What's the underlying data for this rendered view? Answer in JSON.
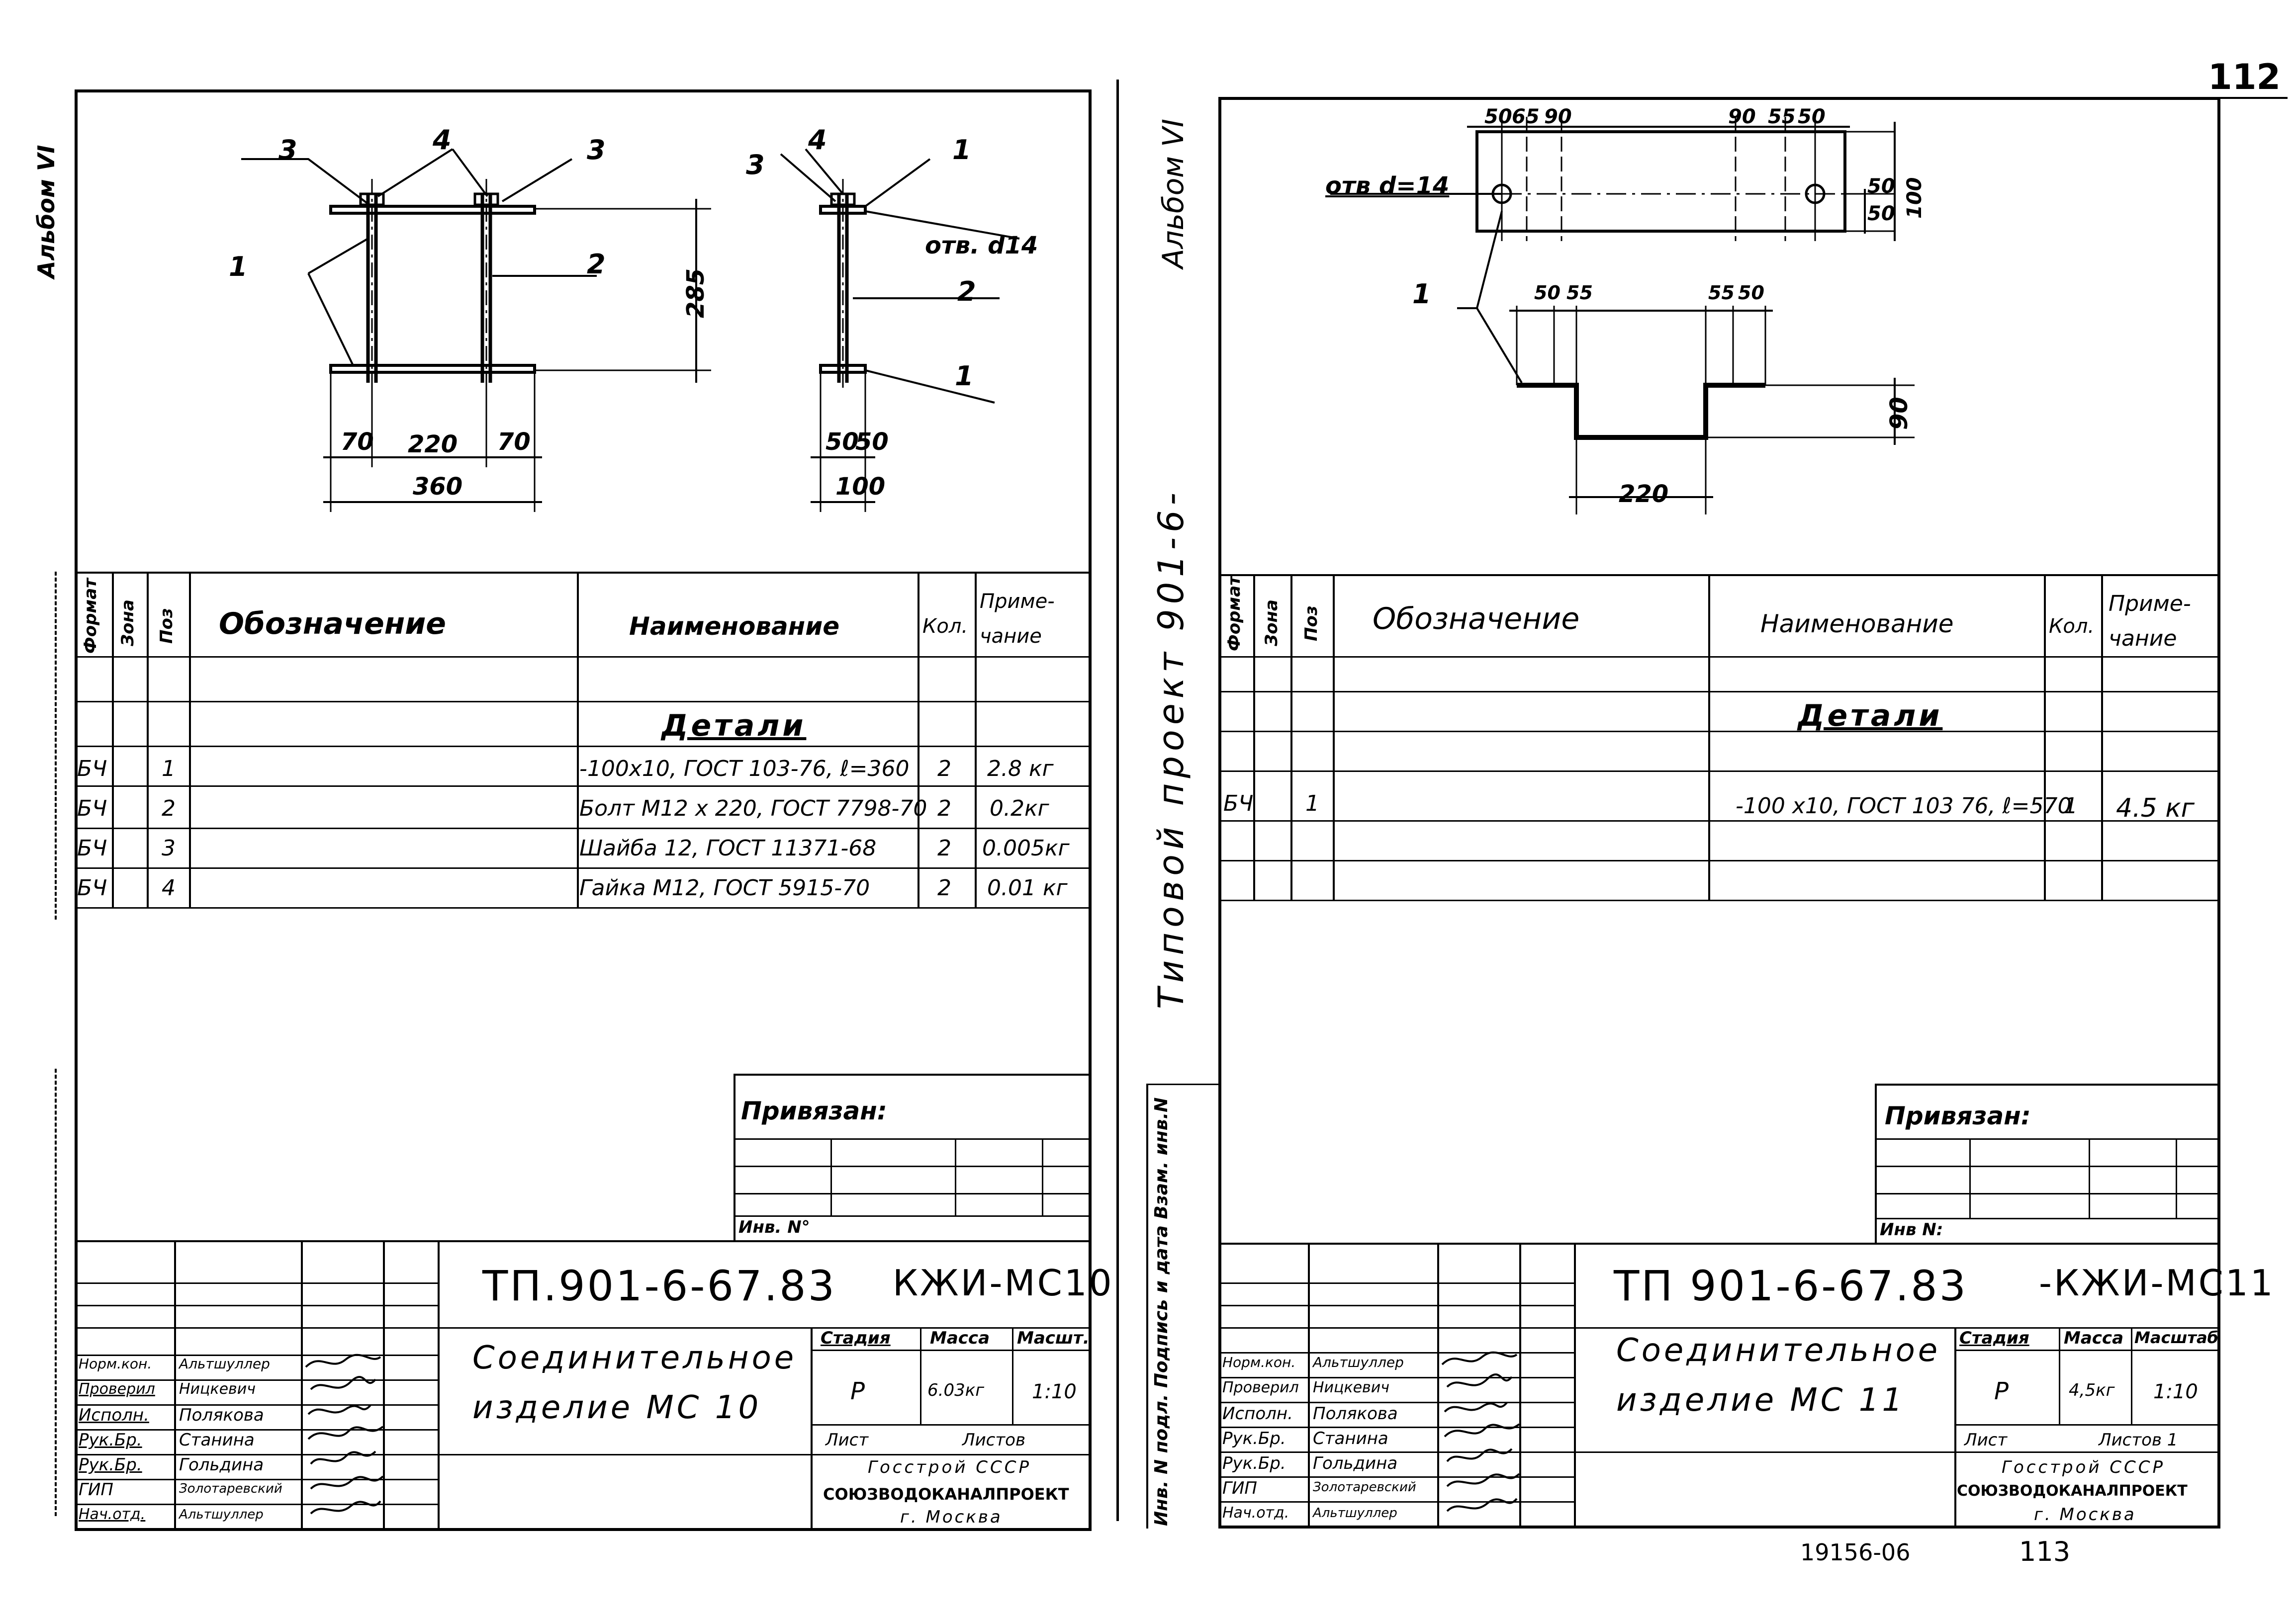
{
  "page_number_top": "112",
  "page_number_bottom": "113",
  "archive_number": "19156-06",
  "album_vertical_left": "Альбом VI",
  "album_vertical_right": "Альбом VI",
  "project_vertical": "Типовой проект 901-6-",
  "left_sheet": {
    "drawing": {
      "leaders": [
        "3",
        "4",
        "3",
        "1",
        "2",
        "3",
        "4",
        "1",
        "отв. d14",
        "2",
        "1"
      ],
      "dims": [
        "70",
        "220",
        "70",
        "360",
        "285",
        "50",
        "50",
        "100"
      ]
    },
    "spec_table": {
      "headers": {
        "format": "Формат",
        "zone": "Зона",
        "pos": "Поз",
        "designation": "Обозначение",
        "name": "Наименование",
        "qty": "Кол.",
        "note": "Приме-чание"
      },
      "section_title": "Детали",
      "rows": [
        {
          "format": "БЧ",
          "pos": "1",
          "name": "-100х10, ГОСТ 103-76, ℓ=360",
          "qty": "2",
          "note": "2.8 кг"
        },
        {
          "format": "БЧ",
          "pos": "2",
          "name": "Болт М12 х 220, ГОСТ 7798-70",
          "qty": "2",
          "note": "0.2кг"
        },
        {
          "format": "БЧ",
          "pos": "3",
          "name": "Шайба 12, ГОСТ 11371-68",
          "qty": "2",
          "note": "0.005кг"
        },
        {
          "format": "БЧ",
          "pos": "4",
          "name": "Гайка М12, ГОСТ 5915-70",
          "qty": "2",
          "note": "0.01 кг"
        }
      ]
    },
    "privyazan": "Привязан:",
    "inv_no": "Инв. N°",
    "title_block": {
      "code": "ТП.901-6-67.83",
      "mark": "КЖИ-МС10",
      "item_title_1": "Соединительное",
      "item_title_2": "изделие МС 10",
      "stage_label": "Стадия",
      "mass_label": "Масса",
      "scale_label": "Масшт.",
      "stage": "Р",
      "mass": "6.03кг",
      "scale": "1:10",
      "sheet_label": "Лист",
      "sheets_label": "Листов",
      "org1": "Госстрой СССР",
      "org2": "СОЮЗВОДОКАНАЛПРОЕКТ",
      "org3": "г. Москва",
      "people": [
        {
          "role": "Норм.кон.",
          "name": "Альтшуллер"
        },
        {
          "role": "Проверил",
          "name": "Ницкевич"
        },
        {
          "role": "Исполн.",
          "name": "Полякова"
        },
        {
          "role": "Рук.Бр.",
          "name": "Станина"
        },
        {
          "role": "Рук.Бр.",
          "name": "Гольдина"
        },
        {
          "role": "ГИП",
          "name": "Золотаревский"
        },
        {
          "role": "Нач.отд.",
          "name": "Альтшуллер"
        }
      ]
    }
  },
  "right_sheet": {
    "drawing": {
      "leaders": [
        "отв d=14",
        "1"
      ],
      "dims_top": [
        "50",
        "65",
        "90",
        "90",
        "55",
        "50"
      ],
      "dims_side": [
        "50",
        "50",
        "100"
      ],
      "dims_bend": [
        "50",
        "55",
        "55",
        "50",
        "90",
        "220"
      ]
    },
    "side_stamp": "Инв. N подл. Подпись и дата Взам. инв.N",
    "spec_table": {
      "headers": {
        "format": "Формат",
        "zone": "Зона",
        "pos": "Поз",
        "designation": "Обозначение",
        "name": "Наименование",
        "qty": "Кол.",
        "note": "Приме-чание"
      },
      "section_title": "Детали",
      "rows": [
        {
          "format": "БЧ",
          "pos": "1",
          "name": "-100 х10, ГОСТ 103 76, ℓ=570",
          "qty": "1",
          "note": "4.5 кг"
        }
      ]
    },
    "privyazan": "Привязан:",
    "inv_no": "Инв N:",
    "title_block": {
      "code": "ТП 901-6-67.83",
      "mark": "-КЖИ-МС11",
      "item_title_1": "Соединительное",
      "item_title_2": "изделие МС 11",
      "stage_label": "Стадия",
      "mass_label": "Масса",
      "scale_label": "Масштаб",
      "stage": "Р",
      "mass": "4,5кг",
      "scale": "1:10",
      "sheet_label": "Лист",
      "sheets_label": "Листов 1",
      "org1": "Госстрой СССР",
      "org2": "СОЮЗВОДОКАНАЛПРОЕКТ",
      "org3": "г. Москва",
      "people": [
        {
          "role": "Норм.кон.",
          "name": "Альтшуллер"
        },
        {
          "role": "Проверил",
          "name": "Ницкевич"
        },
        {
          "role": "Исполн.",
          "name": "Полякова"
        },
        {
          "role": "Рук.Бр.",
          "name": "Станина"
        },
        {
          "role": "Рук.Бр.",
          "name": "Гольдина"
        },
        {
          "role": "ГИП",
          "name": "Золотаревский"
        },
        {
          "role": "Нач.отд.",
          "name": "Альтшуллер"
        }
      ]
    }
  }
}
